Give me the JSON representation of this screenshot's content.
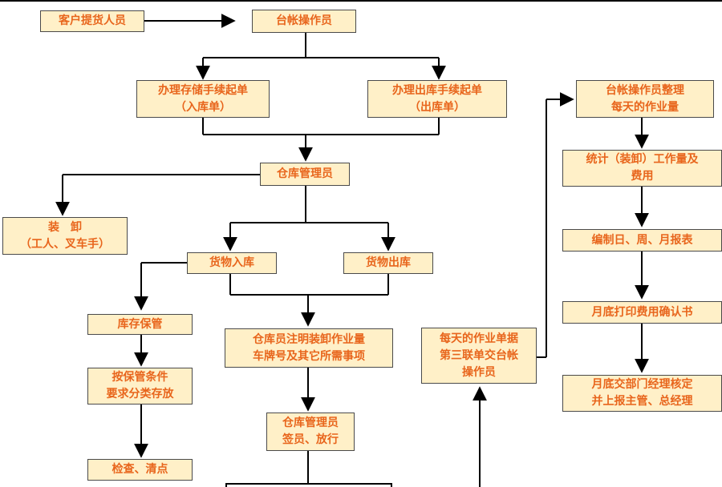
{
  "nodes": {
    "customer": "客户提货人员",
    "ledger_operator": "台帐操作员",
    "storage_doc": [
      "办理存储手续起单",
      "（入库单）"
    ],
    "outbound_doc": [
      "办理出库手续起单",
      "（出库单）"
    ],
    "warehouse_manager": "仓库管理员",
    "loading": [
      "装　卸",
      "（工人、叉车手）"
    ],
    "goods_in": "货物入库",
    "goods_out": "货物出库",
    "inventory_keeping": "库存保管",
    "classify_store": [
      "按保管条件",
      "要求分类存放"
    ],
    "inspect_clean": "检查、清点",
    "clerk_note": [
      "仓库员注明装卸作业量",
      "车牌号及其它所需事项"
    ],
    "manager_sign": [
      "仓库管理员",
      "签员、放行"
    ],
    "daily_doc": [
      "每天的作业单据",
      "第三联单交台帐",
      "操作员"
    ],
    "ledger_daily": [
      "台帐操作员整理",
      "每天的作业量"
    ],
    "stats_cost": [
      "统计（装卸）工作量及",
      "费用"
    ],
    "reports": "编制日、周、月报表",
    "print_confirm": "月底打印费用确认书",
    "submit_manager": [
      "月底交部门经理核定",
      "并上报主管、总经理"
    ]
  },
  "colors": {
    "box_fill": "#fff0c8",
    "text": "#e8651c",
    "line": "#000000",
    "border": "#4a4a4a"
  }
}
